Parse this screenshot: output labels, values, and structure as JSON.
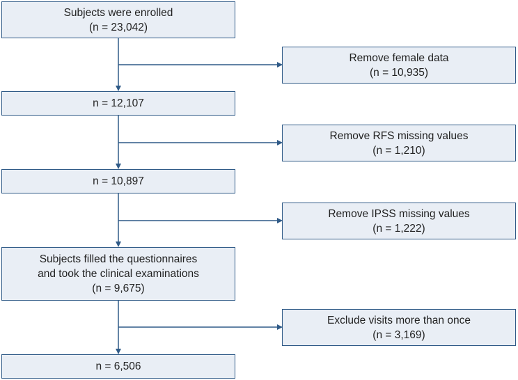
{
  "main_steps": [
    {
      "lines": [
        "Subjects were enrolled",
        "(n = 23,042)"
      ]
    },
    {
      "lines": [
        "n = 12,107"
      ]
    },
    {
      "lines": [
        "n = 10,897"
      ]
    },
    {
      "lines": [
        "Subjects filled the questionnaires",
        "and took the clinical examinations",
        "(n = 9,675)"
      ]
    },
    {
      "lines": [
        "n = 6,506"
      ]
    }
  ],
  "exclusions": [
    {
      "lines": [
        "Remove female data",
        "(n = 10,935)"
      ]
    },
    {
      "lines": [
        "Remove RFS missing values",
        "(n = 1,210)"
      ]
    },
    {
      "lines": [
        "Remove IPSS missing values",
        "(n = 1,222)"
      ]
    },
    {
      "lines": [
        "Exclude visits more than once",
        "(n = 3,169)"
      ]
    }
  ],
  "colors": {
    "box_fill": "#e9eef5",
    "box_border": "#2f5a87",
    "arrow": "#2f5a87"
  }
}
